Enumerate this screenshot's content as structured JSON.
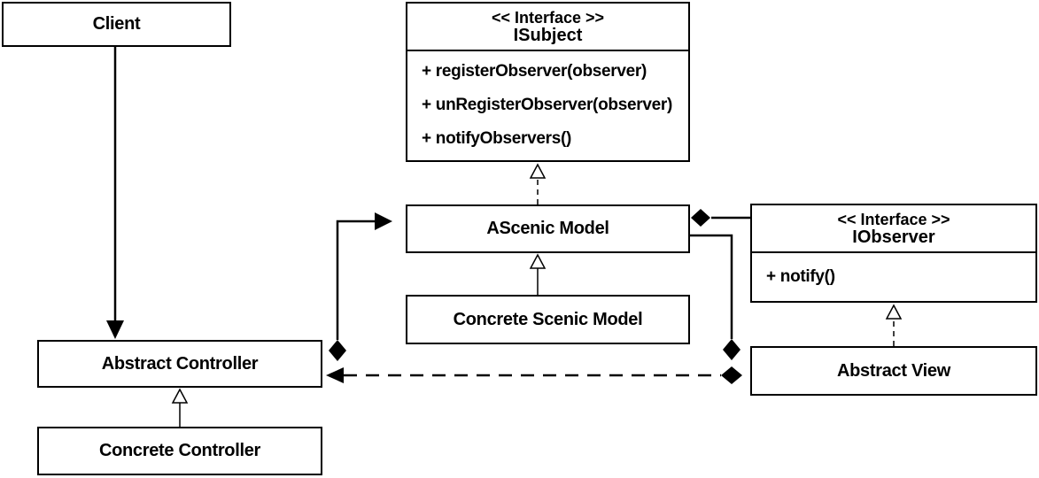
{
  "boxes": {
    "client": "Client",
    "abstract_controller": "Abstract Controller",
    "concrete_controller": "Concrete Controller",
    "ascenic_model": "AScenic Model",
    "concrete_scenic_model": "Concrete Scenic Model",
    "abstract_view": "Abstract View"
  },
  "isubject": {
    "stereotype": "<< Interface >>",
    "name": "ISubject",
    "operations": [
      "+ registerObserver(observer)",
      "+ unRegisterObserver(observer)",
      "+ notifyObservers()"
    ]
  },
  "iobserver": {
    "stereotype": "<< Interface >>",
    "name": "IObserver",
    "operations": [
      "+ notify()"
    ]
  }
}
